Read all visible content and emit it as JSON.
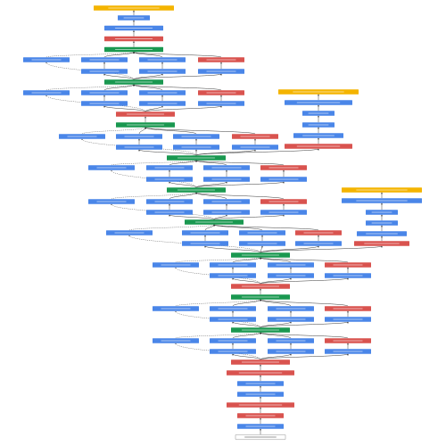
{
  "diagram": {
    "kind": "neural-network-architecture-graph",
    "nodes": [
      {
        "id": "softmax2",
        "label": "",
        "role": "softmax"
      },
      {
        "id": "softmax_activation2",
        "label": "",
        "role": "output"
      },
      {
        "id": "fc2",
        "label": "",
        "role": "fc"
      },
      {
        "id": "avgpool2",
        "label": "",
        "role": "pool"
      },
      {
        "id": "concat_5b",
        "label": "",
        "role": "concat"
      },
      {
        "id": "i5b_a",
        "label": "",
        "role": "conv"
      },
      {
        "id": "i5b_b",
        "label": "",
        "role": "conv"
      },
      {
        "id": "i5b_c",
        "label": "",
        "role": "conv"
      },
      {
        "id": "i5b_d",
        "label": "",
        "role": "pool"
      },
      {
        "id": "i5b_e",
        "label": "",
        "role": "conv"
      },
      {
        "id": "i5b_f",
        "label": "",
        "role": "conv"
      },
      {
        "id": "i5b_g",
        "label": "",
        "role": "conv"
      },
      {
        "id": "concat_5a",
        "label": "",
        "role": "concat"
      },
      {
        "id": "i5a_a",
        "label": "",
        "role": "conv"
      },
      {
        "id": "i5a_b",
        "label": "",
        "role": "conv"
      },
      {
        "id": "i5a_c",
        "label": "",
        "role": "conv"
      },
      {
        "id": "i5a_d",
        "label": "",
        "role": "pool"
      },
      {
        "id": "i5a_e",
        "label": "",
        "role": "conv"
      },
      {
        "id": "i5a_f",
        "label": "",
        "role": "conv"
      },
      {
        "id": "i5a_g",
        "label": "",
        "role": "conv"
      },
      {
        "id": "pool4",
        "label": "",
        "role": "pool"
      },
      {
        "id": "concat_4e",
        "label": "",
        "role": "concat"
      },
      {
        "id": "i4e_a",
        "label": "",
        "role": "conv"
      },
      {
        "id": "i4e_b",
        "label": "",
        "role": "conv"
      },
      {
        "id": "i4e_c",
        "label": "",
        "role": "conv"
      },
      {
        "id": "i4e_d",
        "label": "",
        "role": "pool"
      },
      {
        "id": "i4e_e",
        "label": "",
        "role": "conv"
      },
      {
        "id": "i4e_f",
        "label": "",
        "role": "conv"
      },
      {
        "id": "i4e_g",
        "label": "",
        "role": "conv"
      },
      {
        "id": "softmax1",
        "label": "",
        "role": "softmax"
      },
      {
        "id": "softmax_activation1",
        "label": "",
        "role": "output"
      },
      {
        "id": "fc1b",
        "label": "",
        "role": "fc"
      },
      {
        "id": "fc1a",
        "label": "",
        "role": "fc"
      },
      {
        "id": "conv1x1_aux1",
        "label": "",
        "role": "conv"
      },
      {
        "id": "avgpool_aux1",
        "label": "",
        "role": "pool"
      },
      {
        "id": "concat_4d",
        "label": "",
        "role": "concat"
      },
      {
        "id": "i4d_a",
        "label": "",
        "role": "conv"
      },
      {
        "id": "i4d_b",
        "label": "",
        "role": "conv"
      },
      {
        "id": "i4d_c",
        "label": "",
        "role": "conv"
      },
      {
        "id": "i4d_d",
        "label": "",
        "role": "pool"
      },
      {
        "id": "i4d_e",
        "label": "",
        "role": "conv"
      },
      {
        "id": "i4d_f",
        "label": "",
        "role": "conv"
      },
      {
        "id": "i4d_g",
        "label": "",
        "role": "conv"
      },
      {
        "id": "concat_4c",
        "label": "",
        "role": "concat"
      },
      {
        "id": "i4c_a",
        "label": "",
        "role": "conv"
      },
      {
        "id": "i4c_b",
        "label": "",
        "role": "conv"
      },
      {
        "id": "i4c_c",
        "label": "",
        "role": "conv"
      },
      {
        "id": "i4c_d",
        "label": "",
        "role": "pool"
      },
      {
        "id": "i4c_e",
        "label": "",
        "role": "conv"
      },
      {
        "id": "i4c_f",
        "label": "",
        "role": "conv"
      },
      {
        "id": "i4c_g",
        "label": "",
        "role": "conv"
      },
      {
        "id": "concat_4b",
        "label": "",
        "role": "concat"
      },
      {
        "id": "i4b_a",
        "label": "",
        "role": "conv"
      },
      {
        "id": "i4b_b",
        "label": "",
        "role": "conv"
      },
      {
        "id": "i4b_c",
        "label": "",
        "role": "conv"
      },
      {
        "id": "i4b_d",
        "label": "",
        "role": "pool"
      },
      {
        "id": "i4b_e",
        "label": "",
        "role": "conv"
      },
      {
        "id": "i4b_f",
        "label": "",
        "role": "conv"
      },
      {
        "id": "i4b_g",
        "label": "",
        "role": "conv"
      },
      {
        "id": "softmax0",
        "label": "",
        "role": "softmax"
      },
      {
        "id": "softmax_activation0",
        "label": "",
        "role": "output"
      },
      {
        "id": "fc0b",
        "label": "",
        "role": "fc"
      },
      {
        "id": "fc0a",
        "label": "",
        "role": "fc"
      },
      {
        "id": "conv1x1_aux0",
        "label": "",
        "role": "conv"
      },
      {
        "id": "avgpool_aux0",
        "label": "",
        "role": "pool"
      },
      {
        "id": "concat_4a",
        "label": "",
        "role": "concat"
      },
      {
        "id": "i4a_a",
        "label": "",
        "role": "conv"
      },
      {
        "id": "i4a_b",
        "label": "",
        "role": "conv"
      },
      {
        "id": "i4a_c",
        "label": "",
        "role": "conv"
      },
      {
        "id": "i4a_d",
        "label": "",
        "role": "pool"
      },
      {
        "id": "i4a_e",
        "label": "",
        "role": "conv"
      },
      {
        "id": "i4a_f",
        "label": "",
        "role": "conv"
      },
      {
        "id": "i4a_g",
        "label": "",
        "role": "conv"
      },
      {
        "id": "pool3",
        "label": "",
        "role": "pool"
      },
      {
        "id": "concat_3b",
        "label": "",
        "role": "concat"
      },
      {
        "id": "i3b_a",
        "label": "",
        "role": "conv"
      },
      {
        "id": "i3b_b",
        "label": "",
        "role": "conv"
      },
      {
        "id": "i3b_c",
        "label": "",
        "role": "conv"
      },
      {
        "id": "i3b_d",
        "label": "",
        "role": "pool"
      },
      {
        "id": "i3b_e",
        "label": "",
        "role": "conv"
      },
      {
        "id": "i3b_f",
        "label": "",
        "role": "conv"
      },
      {
        "id": "i3b_g",
        "label": "",
        "role": "conv"
      },
      {
        "id": "concat_3a",
        "label": "",
        "role": "concat"
      },
      {
        "id": "i3a_a",
        "label": "",
        "role": "conv"
      },
      {
        "id": "i3a_b",
        "label": "",
        "role": "conv"
      },
      {
        "id": "i3a_c",
        "label": "",
        "role": "conv"
      },
      {
        "id": "i3a_d",
        "label": "",
        "role": "pool"
      },
      {
        "id": "i3a_e",
        "label": "",
        "role": "conv"
      },
      {
        "id": "i3a_f",
        "label": "",
        "role": "conv"
      },
      {
        "id": "i3a_g",
        "label": "",
        "role": "conv"
      },
      {
        "id": "pool2",
        "label": "",
        "role": "pool"
      },
      {
        "id": "lrn2",
        "label": "",
        "role": "norm"
      },
      {
        "id": "conv2b",
        "label": "",
        "role": "conv"
      },
      {
        "id": "conv2a",
        "label": "",
        "role": "conv"
      },
      {
        "id": "lrn1",
        "label": "",
        "role": "norm"
      },
      {
        "id": "pool1",
        "label": "",
        "role": "pool"
      },
      {
        "id": "conv1",
        "label": "",
        "role": "conv"
      },
      {
        "id": "input",
        "label": "",
        "role": "input"
      }
    ],
    "edges": [
      [
        "input",
        "conv1"
      ],
      [
        "conv1",
        "pool1"
      ],
      [
        "pool1",
        "lrn1"
      ],
      [
        "lrn1",
        "conv2a"
      ],
      [
        "conv2a",
        "conv2b"
      ],
      [
        "conv2b",
        "lrn2"
      ],
      [
        "lrn2",
        "pool2"
      ],
      [
        "pool2",
        "i3a_e"
      ],
      [
        "pool2",
        "i3a_f"
      ],
      [
        "pool2",
        "i3a_g"
      ],
      [
        "pool2",
        "i3a_a",
        "dashed"
      ],
      [
        "i3a_e",
        "i3a_b"
      ],
      [
        "i3a_f",
        "i3a_c"
      ],
      [
        "i3a_g",
        "i3a_d"
      ],
      [
        "i3a_a",
        "concat_3a",
        "dashed"
      ],
      [
        "i3a_b",
        "concat_3a"
      ],
      [
        "i3a_c",
        "concat_3a"
      ],
      [
        "i3a_d",
        "concat_3a"
      ],
      [
        "concat_3a",
        "i3b_e"
      ],
      [
        "concat_3a",
        "i3b_f"
      ],
      [
        "concat_3a",
        "i3b_g"
      ],
      [
        "concat_3a",
        "i3b_a",
        "dashed"
      ],
      [
        "i3b_e",
        "i3b_b"
      ],
      [
        "i3b_f",
        "i3b_c"
      ],
      [
        "i3b_g",
        "i3b_d"
      ],
      [
        "i3b_a",
        "concat_3b",
        "dashed"
      ],
      [
        "i3b_b",
        "concat_3b"
      ],
      [
        "i3b_c",
        "concat_3b"
      ],
      [
        "i3b_d",
        "concat_3b"
      ],
      [
        "concat_3b",
        "pool3"
      ],
      [
        "pool3",
        "i4a_e"
      ],
      [
        "pool3",
        "i4a_f"
      ],
      [
        "pool3",
        "i4a_g"
      ],
      [
        "pool3",
        "i4a_a",
        "dashed"
      ],
      [
        "i4a_e",
        "i4a_b"
      ],
      [
        "i4a_f",
        "i4a_c"
      ],
      [
        "i4a_g",
        "i4a_d"
      ],
      [
        "i4a_a",
        "concat_4a",
        "dashed"
      ],
      [
        "i4a_b",
        "concat_4a"
      ],
      [
        "i4a_c",
        "concat_4a"
      ],
      [
        "i4a_d",
        "concat_4a"
      ],
      [
        "concat_4a",
        "avgpool_aux0"
      ],
      [
        "avgpool_aux0",
        "conv1x1_aux0"
      ],
      [
        "conv1x1_aux0",
        "fc0a"
      ],
      [
        "fc0a",
        "fc0b"
      ],
      [
        "fc0b",
        "softmax_activation0"
      ],
      [
        "softmax_activation0",
        "softmax0"
      ],
      [
        "concat_4a",
        "i4b_e"
      ],
      [
        "concat_4a",
        "i4b_f"
      ],
      [
        "concat_4a",
        "i4b_g"
      ],
      [
        "concat_4a",
        "i4b_a",
        "dashed"
      ],
      [
        "i4b_e",
        "i4b_b"
      ],
      [
        "i4b_f",
        "i4b_c"
      ],
      [
        "i4b_g",
        "i4b_d"
      ],
      [
        "i4b_a",
        "concat_4b",
        "dashed"
      ],
      [
        "i4b_b",
        "concat_4b"
      ],
      [
        "i4b_c",
        "concat_4b"
      ],
      [
        "i4b_d",
        "concat_4b"
      ],
      [
        "concat_4b",
        "i4c_e"
      ],
      [
        "concat_4b",
        "i4c_f"
      ],
      [
        "concat_4b",
        "i4c_g"
      ],
      [
        "concat_4b",
        "i4c_a",
        "dashed"
      ],
      [
        "i4c_e",
        "i4c_b"
      ],
      [
        "i4c_f",
        "i4c_c"
      ],
      [
        "i4c_g",
        "i4c_d"
      ],
      [
        "i4c_a",
        "concat_4c",
        "dashed"
      ],
      [
        "i4c_b",
        "concat_4c"
      ],
      [
        "i4c_c",
        "concat_4c"
      ],
      [
        "i4c_d",
        "concat_4c"
      ],
      [
        "concat_4c",
        "i4d_e"
      ],
      [
        "concat_4c",
        "i4d_f"
      ],
      [
        "concat_4c",
        "i4d_g"
      ],
      [
        "concat_4c",
        "i4d_a",
        "dashed"
      ],
      [
        "i4d_e",
        "i4d_b"
      ],
      [
        "i4d_f",
        "i4d_c"
      ],
      [
        "i4d_g",
        "i4d_d"
      ],
      [
        "i4d_a",
        "concat_4d",
        "dashed"
      ],
      [
        "i4d_b",
        "concat_4d"
      ],
      [
        "i4d_c",
        "concat_4d"
      ],
      [
        "i4d_d",
        "concat_4d"
      ],
      [
        "concat_4d",
        "avgpool_aux1"
      ],
      [
        "avgpool_aux1",
        "conv1x1_aux1"
      ],
      [
        "conv1x1_aux1",
        "fc1a"
      ],
      [
        "fc1a",
        "fc1b"
      ],
      [
        "fc1b",
        "softmax_activation1"
      ],
      [
        "softmax_activation1",
        "softmax1"
      ],
      [
        "concat_4d",
        "i4e_e"
      ],
      [
        "concat_4d",
        "i4e_f"
      ],
      [
        "concat_4d",
        "i4e_g"
      ],
      [
        "concat_4d",
        "i4e_a",
        "dashed"
      ],
      [
        "i4e_e",
        "i4e_b"
      ],
      [
        "i4e_f",
        "i4e_c"
      ],
      [
        "i4e_g",
        "i4e_d"
      ],
      [
        "i4e_a",
        "concat_4e",
        "dashed"
      ],
      [
        "i4e_b",
        "concat_4e"
      ],
      [
        "i4e_c",
        "concat_4e"
      ],
      [
        "i4e_d",
        "concat_4e"
      ],
      [
        "concat_4e",
        "pool4"
      ],
      [
        "pool4",
        "i5a_e"
      ],
      [
        "pool4",
        "i5a_f"
      ],
      [
        "pool4",
        "i5a_g"
      ],
      [
        "pool4",
        "i5a_a",
        "dashed"
      ],
      [
        "i5a_e",
        "i5a_b"
      ],
      [
        "i5a_f",
        "i5a_c"
      ],
      [
        "i5a_g",
        "i5a_d"
      ],
      [
        "i5a_a",
        "concat_5a",
        "dashed"
      ],
      [
        "i5a_b",
        "concat_5a"
      ],
      [
        "i5a_c",
        "concat_5a"
      ],
      [
        "i5a_d",
        "concat_5a"
      ],
      [
        "concat_5a",
        "i5b_e"
      ],
      [
        "concat_5a",
        "i5b_f"
      ],
      [
        "concat_5a",
        "i5b_g"
      ],
      [
        "concat_5a",
        "i5b_a",
        "dashed"
      ],
      [
        "i5b_e",
        "i5b_b"
      ],
      [
        "i5b_f",
        "i5b_c"
      ],
      [
        "i5b_g",
        "i5b_d"
      ],
      [
        "i5b_a",
        "concat_5b",
        "dashed"
      ],
      [
        "i5b_b",
        "concat_5b"
      ],
      [
        "i5b_c",
        "concat_5b"
      ],
      [
        "i5b_d",
        "concat_5b"
      ],
      [
        "concat_5b",
        "avgpool2"
      ],
      [
        "avgpool2",
        "fc2"
      ],
      [
        "fc2",
        "softmax_activation2"
      ],
      [
        "softmax_activation2",
        "softmax2"
      ]
    ]
  },
  "colors": {
    "conv": "#4a86e8",
    "pool": "#d9534f",
    "norm": "#d9534f",
    "concat": "#1a9850",
    "fc": "#4a86e8",
    "softmax": "#f4b400",
    "output": "#4a86e8",
    "input": "#ffffff",
    "edge": "#222222"
  }
}
